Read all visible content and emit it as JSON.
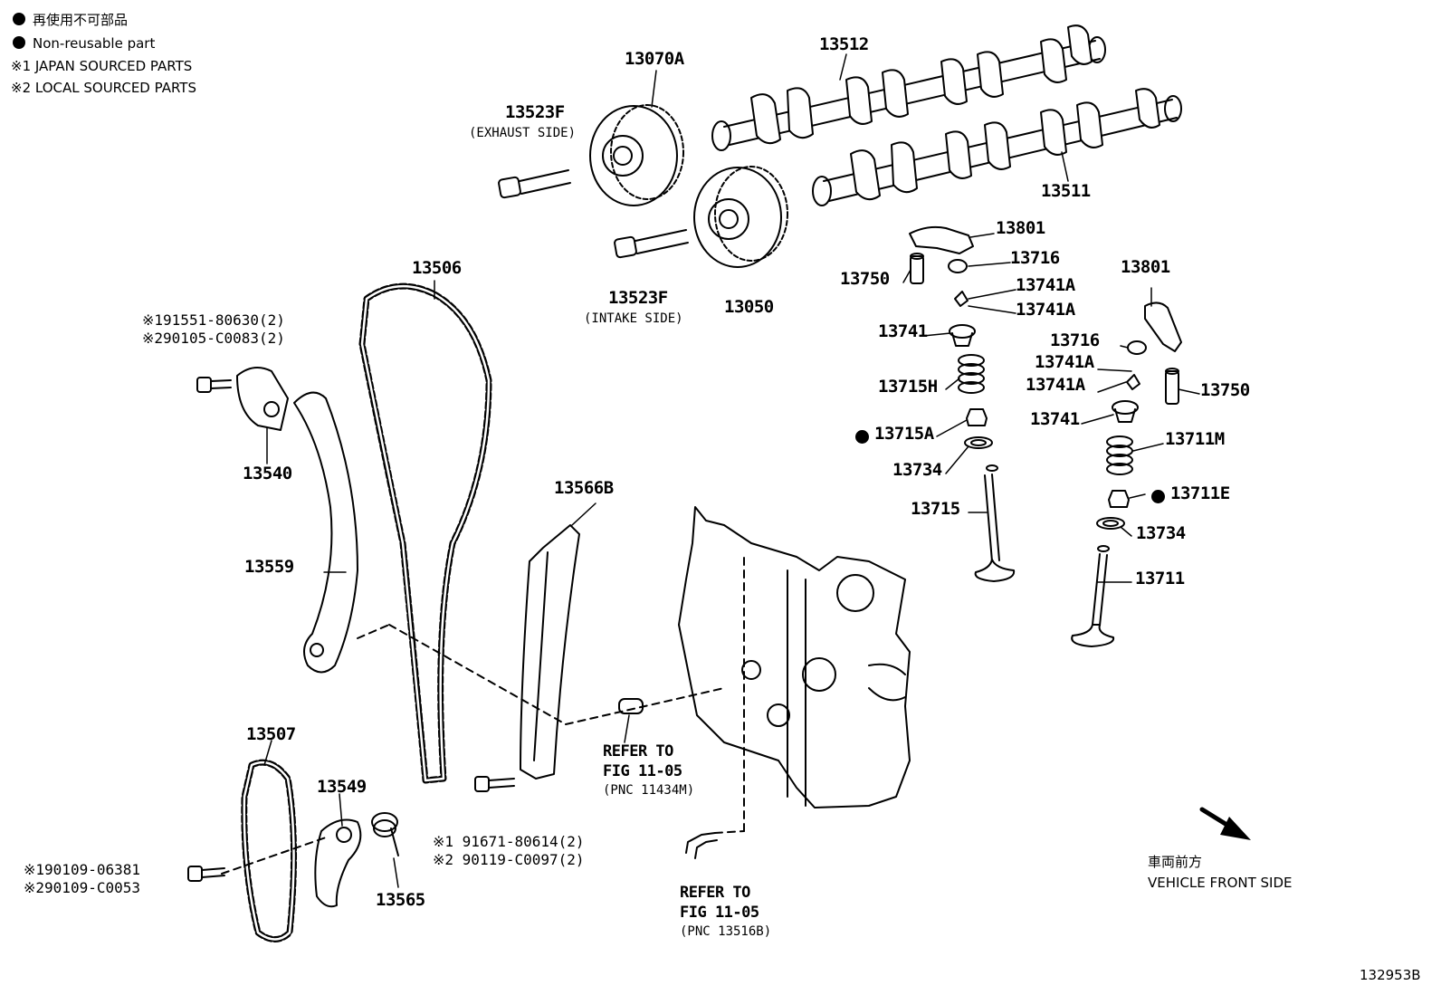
{
  "legend": {
    "jp_nonreusable": "再使用不可部品",
    "nonreusable": "Non-reusable part",
    "note1": "※1 JAPAN SOURCED PARTS",
    "note2": "※2 LOCAL SOURCED PARTS"
  },
  "parts": {
    "p13070A": "13070A",
    "p13512": "13512",
    "p13523F_ex": "13523F",
    "exhaust_side": "(EXHAUST SIDE)",
    "p13511": "13511",
    "p13801_a": "13801",
    "p13716_a": "13716",
    "p13750_a": "13750",
    "p13523F_in": "13523F",
    "intake_side": "(INTAKE SIDE)",
    "p13050": "13050",
    "p13741A_a": "13741A",
    "p13741A_b": "13741A",
    "p13741_a": "13741",
    "p13801_b": "13801",
    "p13716_b": "13716",
    "p13741A_c": "13741A",
    "p13741A_d": "13741A",
    "p13750_b": "13750",
    "p13715H": "13715H",
    "p13741_b": "13741",
    "p13715A": "13715A",
    "p13711M": "13711M",
    "p13734_a": "13734",
    "p13711E": "13711E",
    "p13715": "13715",
    "p13734_b": "13734",
    "p13711": "13711",
    "p13506": "13506",
    "p13540": "13540",
    "p13559": "13559",
    "p13566B": "13566B",
    "p13507": "13507",
    "p13549": "13549",
    "p13565": "13565"
  },
  "bolts": {
    "b1_line1": "※191551-80630(2)",
    "b1_line2": "※290105-C0083(2)",
    "b2_line1": "※1 91671-80614(2)",
    "b2_line2": "※2 90119-C0097(2)",
    "b3_line1": "※190109-06381",
    "b3_line2": "※290109-C0053"
  },
  "refs": {
    "ref1_line1": "REFER TO",
    "ref1_line2": "FIG 11-05",
    "ref1_line3": "(PNC 11434M)",
    "ref2_line1": "REFER TO",
    "ref2_line2": "FIG 11-05",
    "ref2_line3": "(PNC 13516B)"
  },
  "direction": {
    "jp": "車両前方",
    "en": "VEHICLE FRONT SIDE"
  },
  "figure_id": "132953B"
}
